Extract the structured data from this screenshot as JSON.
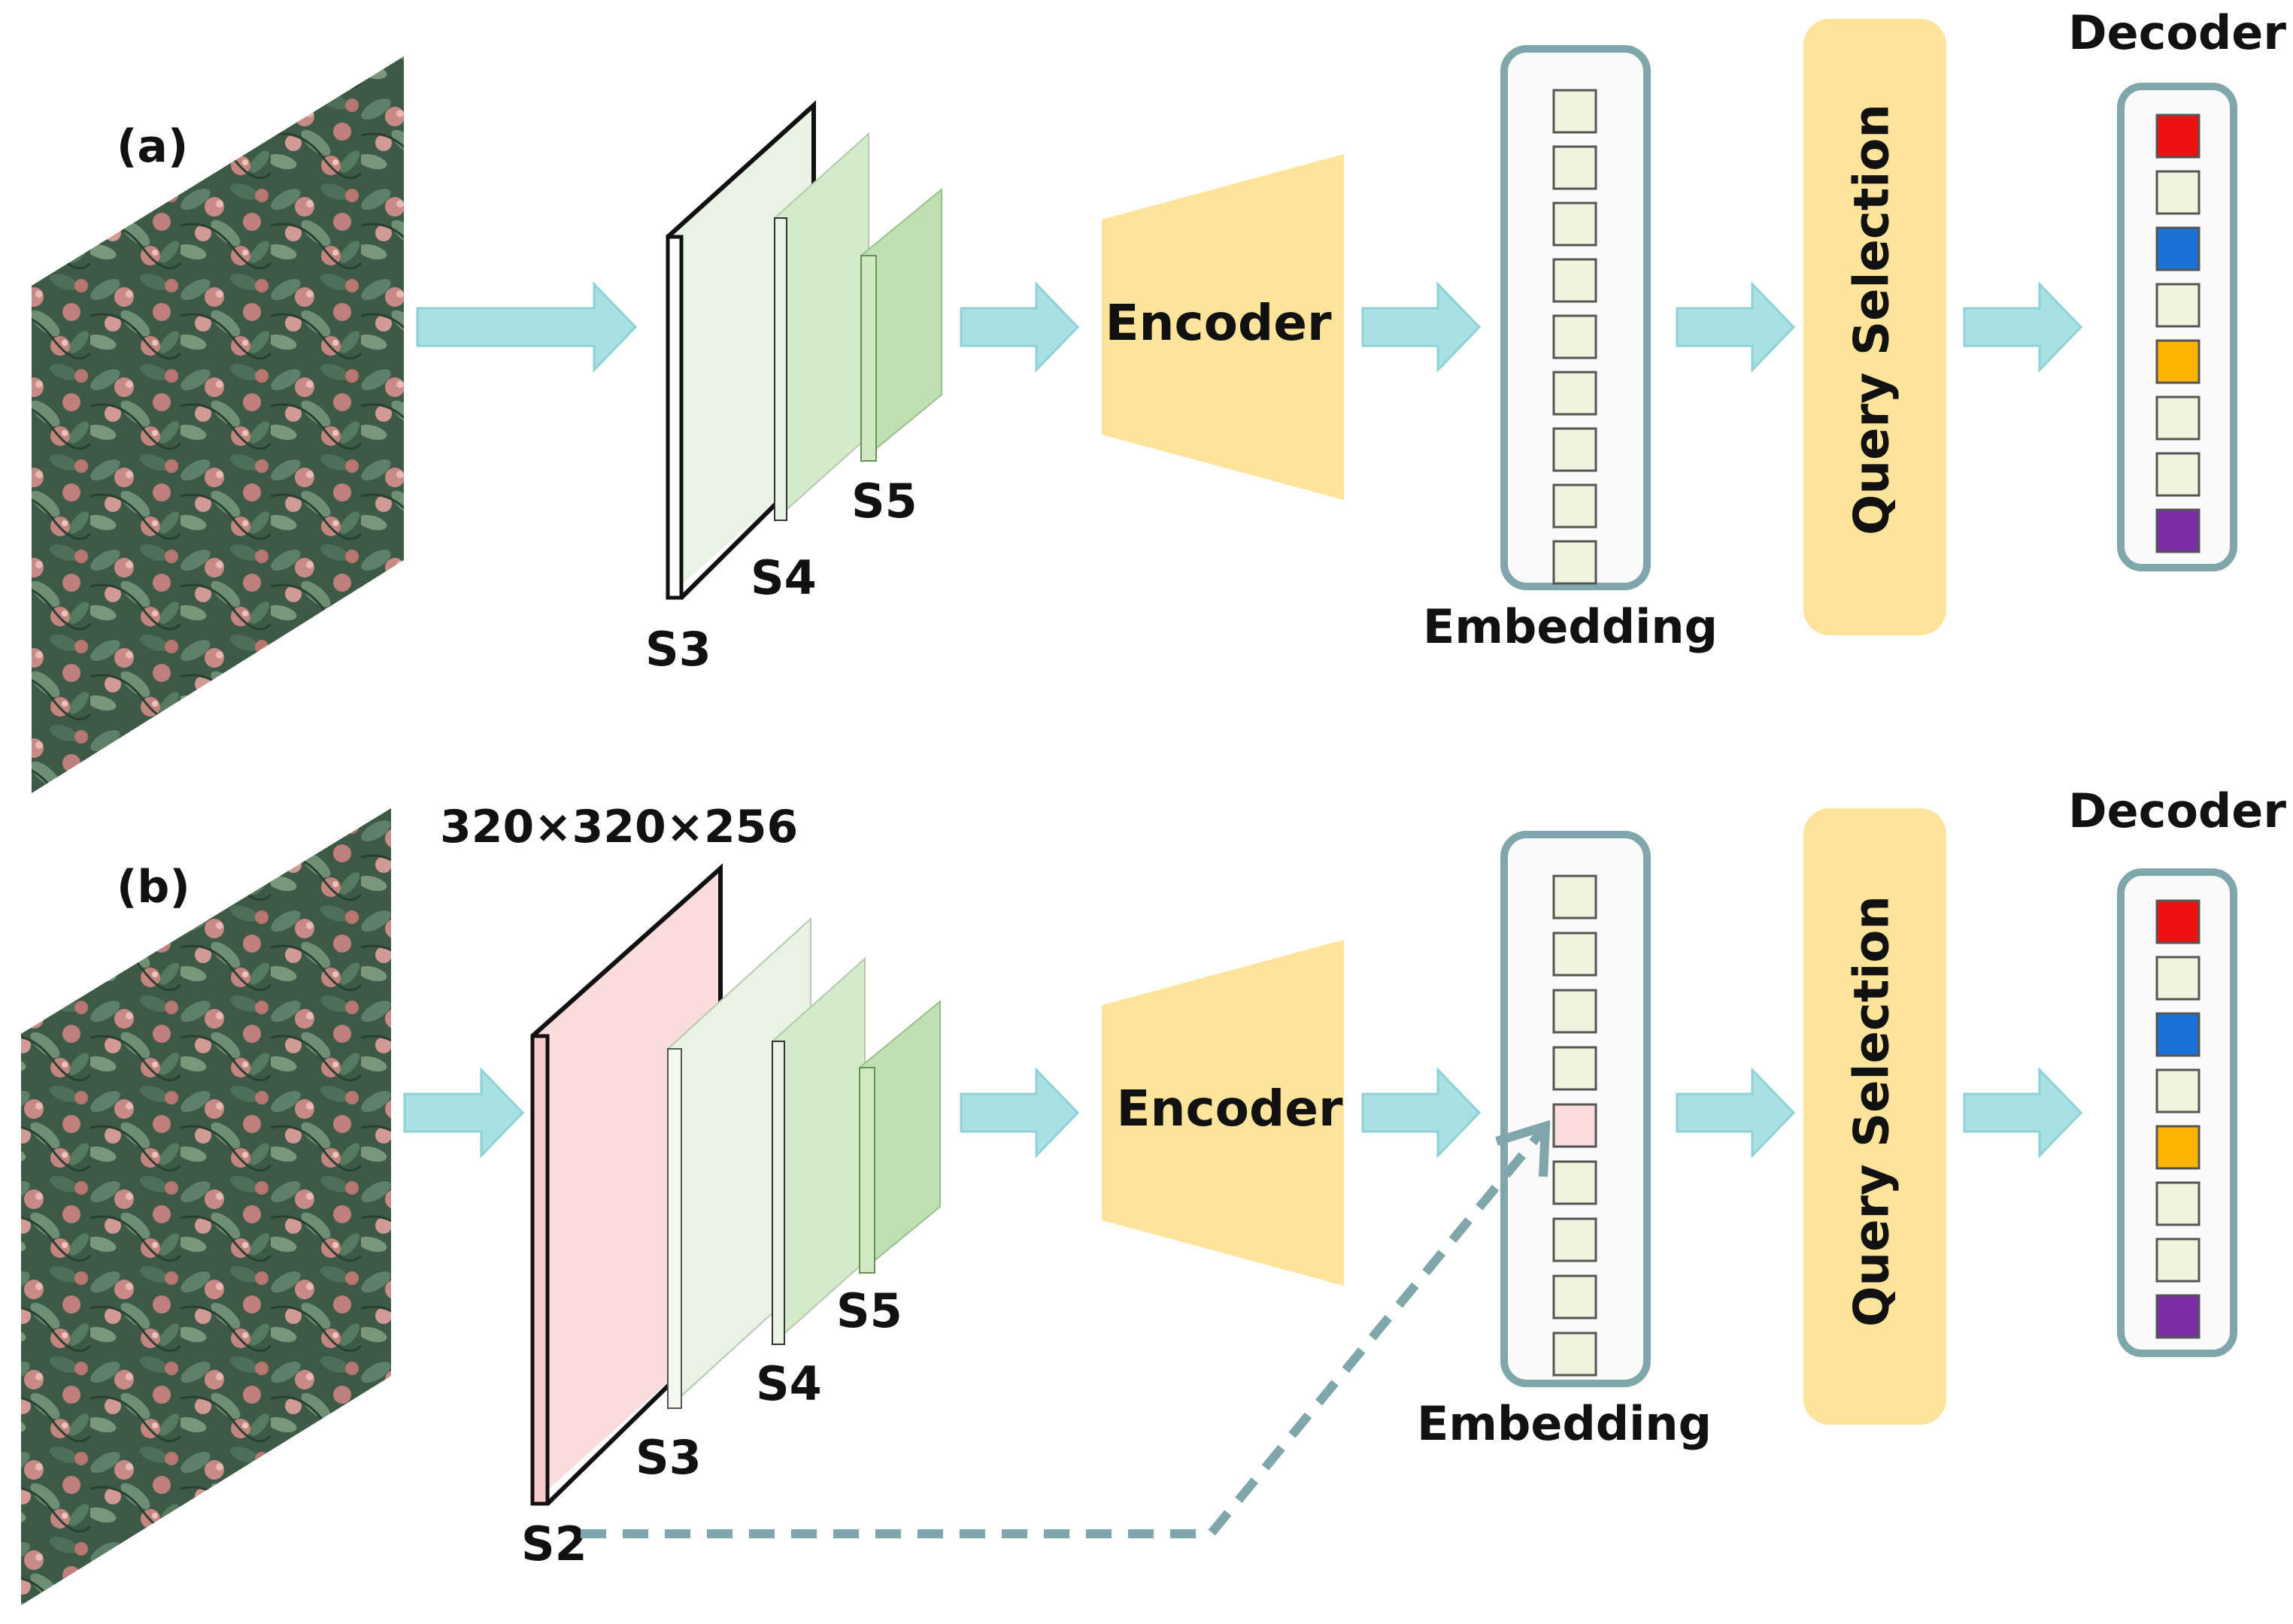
{
  "panels": {
    "a": {
      "label": "(a)",
      "stages": [
        "S3",
        "S4",
        "S5"
      ],
      "encoder": "Encoder",
      "embedding": "Embedding",
      "query_selection": "Query Selection",
      "decoder": "Decoder"
    },
    "b": {
      "label": "(b)",
      "dimension": "320×320×256",
      "stages": [
        "S2",
        "S3",
        "S4",
        "S5"
      ],
      "encoder": "Encoder",
      "embedding": "Embedding",
      "query_selection": "Query Selection",
      "decoder": "Decoder"
    }
  },
  "colors": {
    "flow_arrow": "#a8e0e3",
    "flow_arrow_stroke": "#8fd2d6",
    "encoder_fill": "#fde49a",
    "query_selection_fill": "#fde49a",
    "embedding_border": "#7fa6aa",
    "embedding_cell": "#f0f4dc",
    "embedding_cell_highlight": "#fbdcdc",
    "stage_s2": "#fbdcdc",
    "stage_s3": "#e8f3e3",
    "stage_s4": "#d4ebcb",
    "stage_s5": "#bfe0b0",
    "skip_connection": "#7fa6aa",
    "decoder_queries": [
      "#ee1111",
      "#f0f4dc",
      "#1a73d4",
      "#f0f4dc",
      "#fbb400",
      "#f0f4dc",
      "#f0f4dc",
      "#7b2ea6"
    ]
  }
}
